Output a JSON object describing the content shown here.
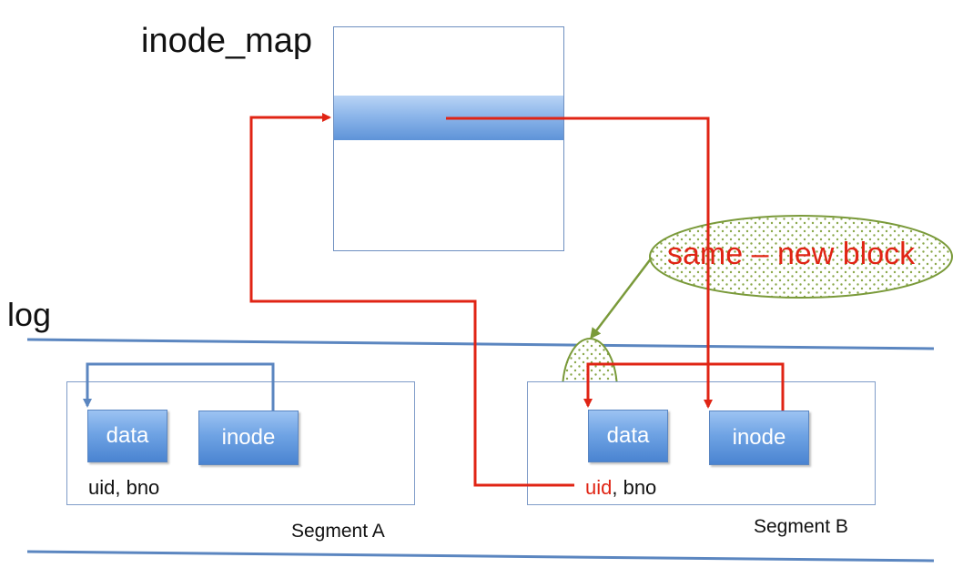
{
  "map": {
    "title": "inode_map"
  },
  "log": {
    "label": "log"
  },
  "segments": [
    {
      "label": "Segment A",
      "data_label": "data",
      "inode_label": "inode",
      "meta_uid": "uid",
      "meta_rest": ", bno"
    },
    {
      "label": "Segment B",
      "data_label": "data",
      "inode_label": "inode",
      "meta_uid": "uid",
      "meta_rest": ", bno"
    }
  ],
  "callout": {
    "text": "same – new block"
  },
  "colors": {
    "arrow_red": "#e02414",
    "line_blue": "#5b86c0",
    "callout_green": "#7a9a3a"
  }
}
